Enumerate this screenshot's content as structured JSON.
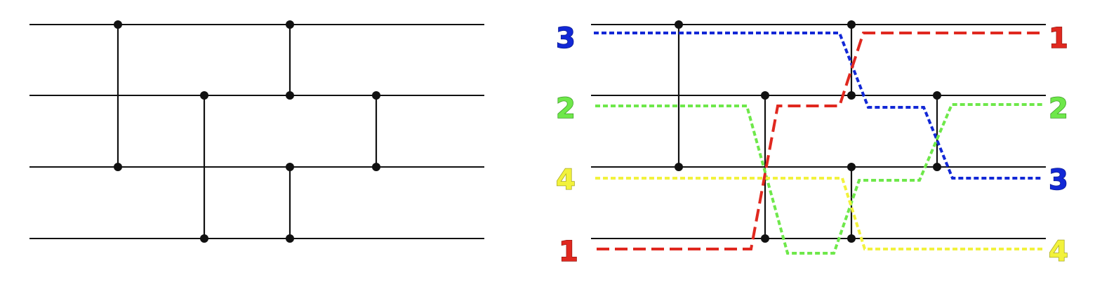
{
  "diagram": {
    "wires": 4,
    "comparators": [
      [
        0,
        2
      ],
      [
        1,
        3
      ],
      [
        0,
        1
      ],
      [
        2,
        3
      ],
      [
        1,
        2
      ]
    ],
    "input_labels": [
      "3",
      "2",
      "4",
      "1"
    ],
    "output_labels": [
      "1",
      "2",
      "3",
      "4"
    ],
    "colors": {
      "1": "#e0281f",
      "2": "#6ee84a",
      "3": "#1228d6",
      "4": "#f2f23c"
    },
    "outline_colors": {
      "1": "#9a1a14",
      "2": "#3c9a25",
      "3": "#0a1a8f",
      "4": "#a6a622"
    }
  }
}
